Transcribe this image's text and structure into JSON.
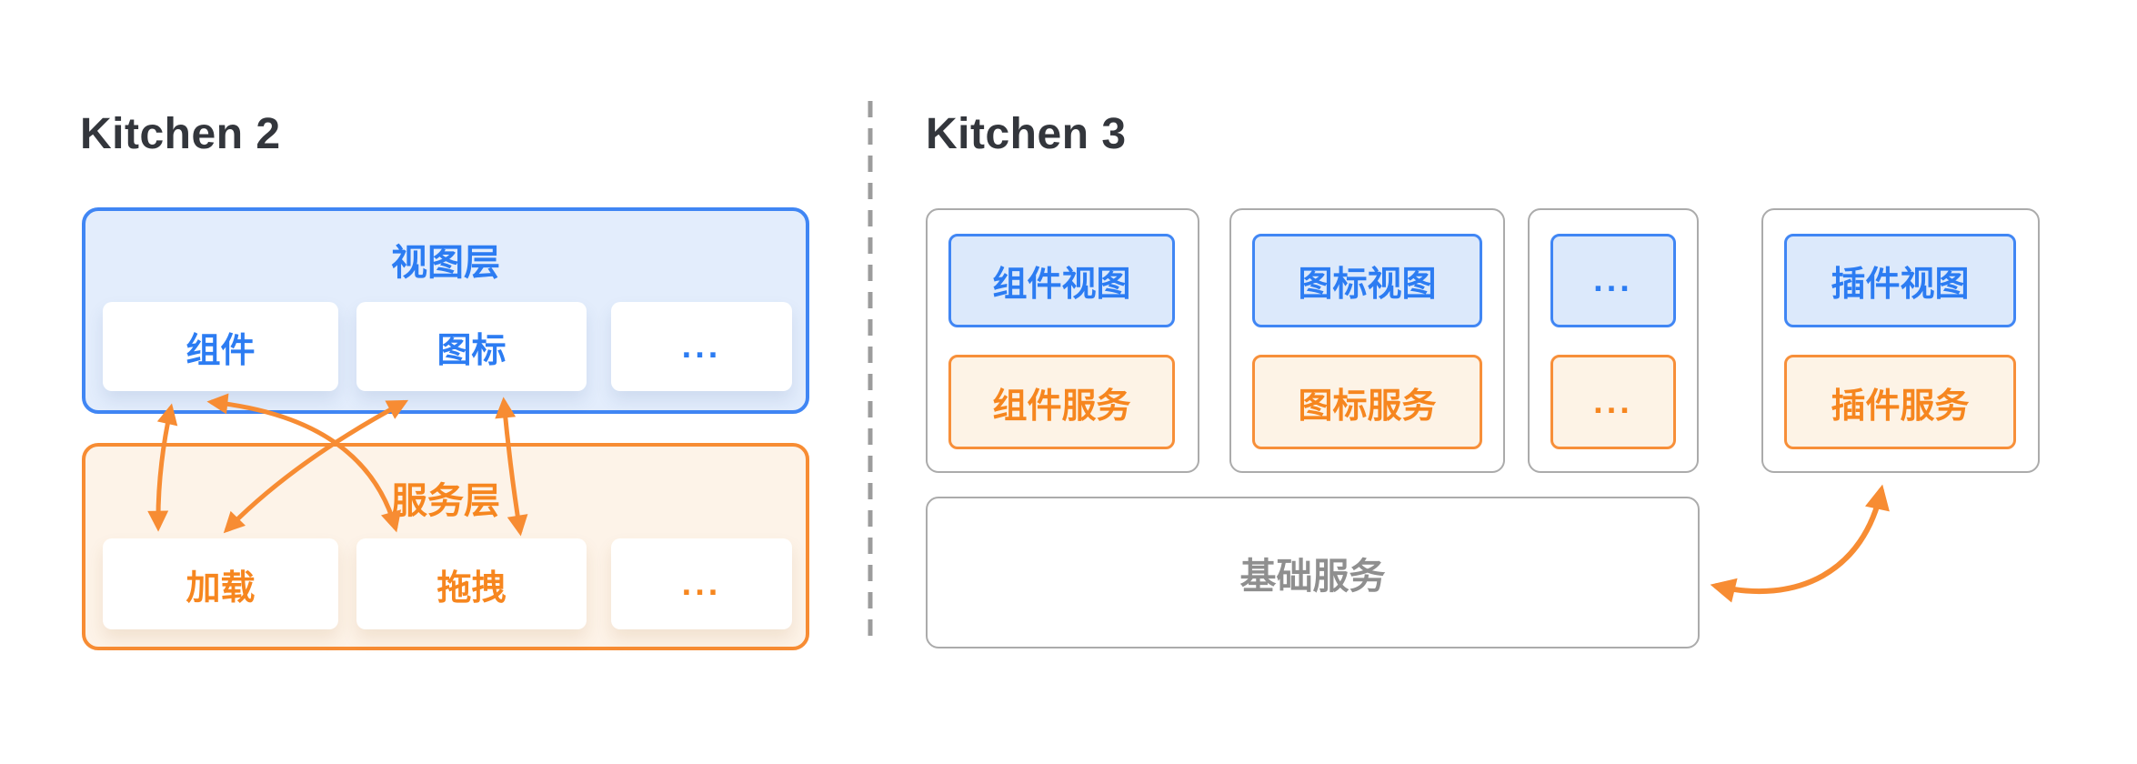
{
  "kitchen2": {
    "title": "Kitchen 2",
    "view_layer": {
      "label": "视图层",
      "items": [
        {
          "label": "组件"
        },
        {
          "label": "图标"
        },
        {
          "label": "..."
        }
      ]
    },
    "service_layer": {
      "label": "服务层",
      "items": [
        {
          "label": "加载"
        },
        {
          "label": "拖拽"
        },
        {
          "label": "..."
        }
      ]
    },
    "connections": [
      "组件 ↔ 加载",
      "组件 ↔ 拖拽",
      "图标 ↔ 加载",
      "图标 ↔ 拖拽"
    ]
  },
  "kitchen3": {
    "title": "Kitchen 3",
    "cards": [
      {
        "view": "组件视图",
        "service": "组件服务"
      },
      {
        "view": "图标视图",
        "service": "图标服务"
      },
      {
        "view": "...",
        "service": "..."
      },
      {
        "view": "插件视图",
        "service": "插件服务"
      }
    ],
    "base_service": {
      "label": "基础服务"
    },
    "connections": [
      "插件服务 ↔ 基础服务"
    ]
  },
  "colors": {
    "blue_border": "#4086f4",
    "blue_text": "#2c7cf2",
    "blue_panel_fill": "#e3edfc",
    "blue_chip_fill": "#dce9fb",
    "orange_border": "#f78c33",
    "orange_text": "#f6861f",
    "orange_panel_fill": "#fdf3e8",
    "orange_chip_fill": "#fdf3e6",
    "arrow": "#f78c33",
    "card_border": "#ababab",
    "gray_text": "#8f8f8f",
    "divider": "#9c9c9c",
    "title_text": "#33363c"
  }
}
